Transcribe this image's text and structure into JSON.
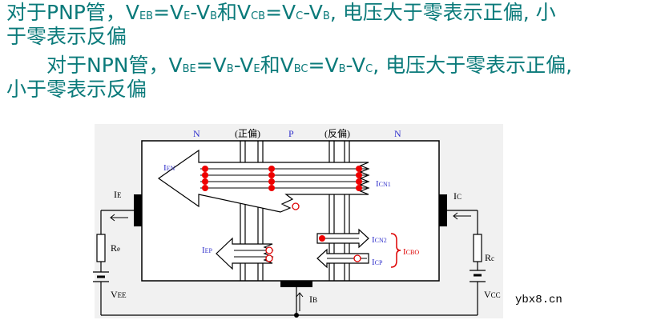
{
  "text": {
    "line1": {
      "prefix": "对于PNP管，",
      "eq1": "=V",
      "eq2": "-V",
      "join": "和V",
      "eq3": "=V",
      "eq4": "-V",
      "suffix": ", 电压大于零表示正偏, 小"
    },
    "line2": "于零表示反偏",
    "line3": {
      "prefix": "对于NPN管，",
      "eq1": "=V",
      "eq2": "-V",
      "join": "和V",
      "eq3": "=V",
      "eq4": "-V",
      "suffix": ", 电压大于零表示正偏,"
    },
    "line4": "小于零表示反偏"
  },
  "subscripts": {
    "EB": "EB",
    "E": "E",
    "B": "B",
    "CB": "CB",
    "C": "C",
    "BE": "BE",
    "BC": "BC"
  },
  "diagram": {
    "region_n_left": "N",
    "region_p": "P",
    "region_n_right": "N",
    "junction_forward": "(正偏)",
    "junction_reverse": "(反偏)",
    "i_en": "I",
    "i_en_sub": "EN",
    "i_cn1": "I",
    "i_cn1_sub": "CN1",
    "i_ep": "I",
    "i_ep_sub": "EP",
    "i_cn2": "I",
    "i_cn2_sub": "CN2",
    "i_cp": "I",
    "i_cp_sub": "CP",
    "i_cbo": "I",
    "i_cbo_sub": "CBO",
    "i_e": "I",
    "i_e_sub": "E",
    "i_c": "I",
    "i_c_sub": "C",
    "i_b": "I",
    "i_b_sub": "B",
    "r_e": "R",
    "r_e_sub": "e",
    "r_c": "R",
    "r_c_sub": "c",
    "v_ee": "V",
    "v_ee_sub": "EE",
    "v_cc": "V",
    "v_cc_sub": "CC"
  },
  "watermark": "ybx8.cn",
  "colors": {
    "heading": "#0a7a7a",
    "label_blue": "#3333cc",
    "label_red": "#dd0000",
    "dot_red": "#ee0000",
    "line": "#000000"
  }
}
